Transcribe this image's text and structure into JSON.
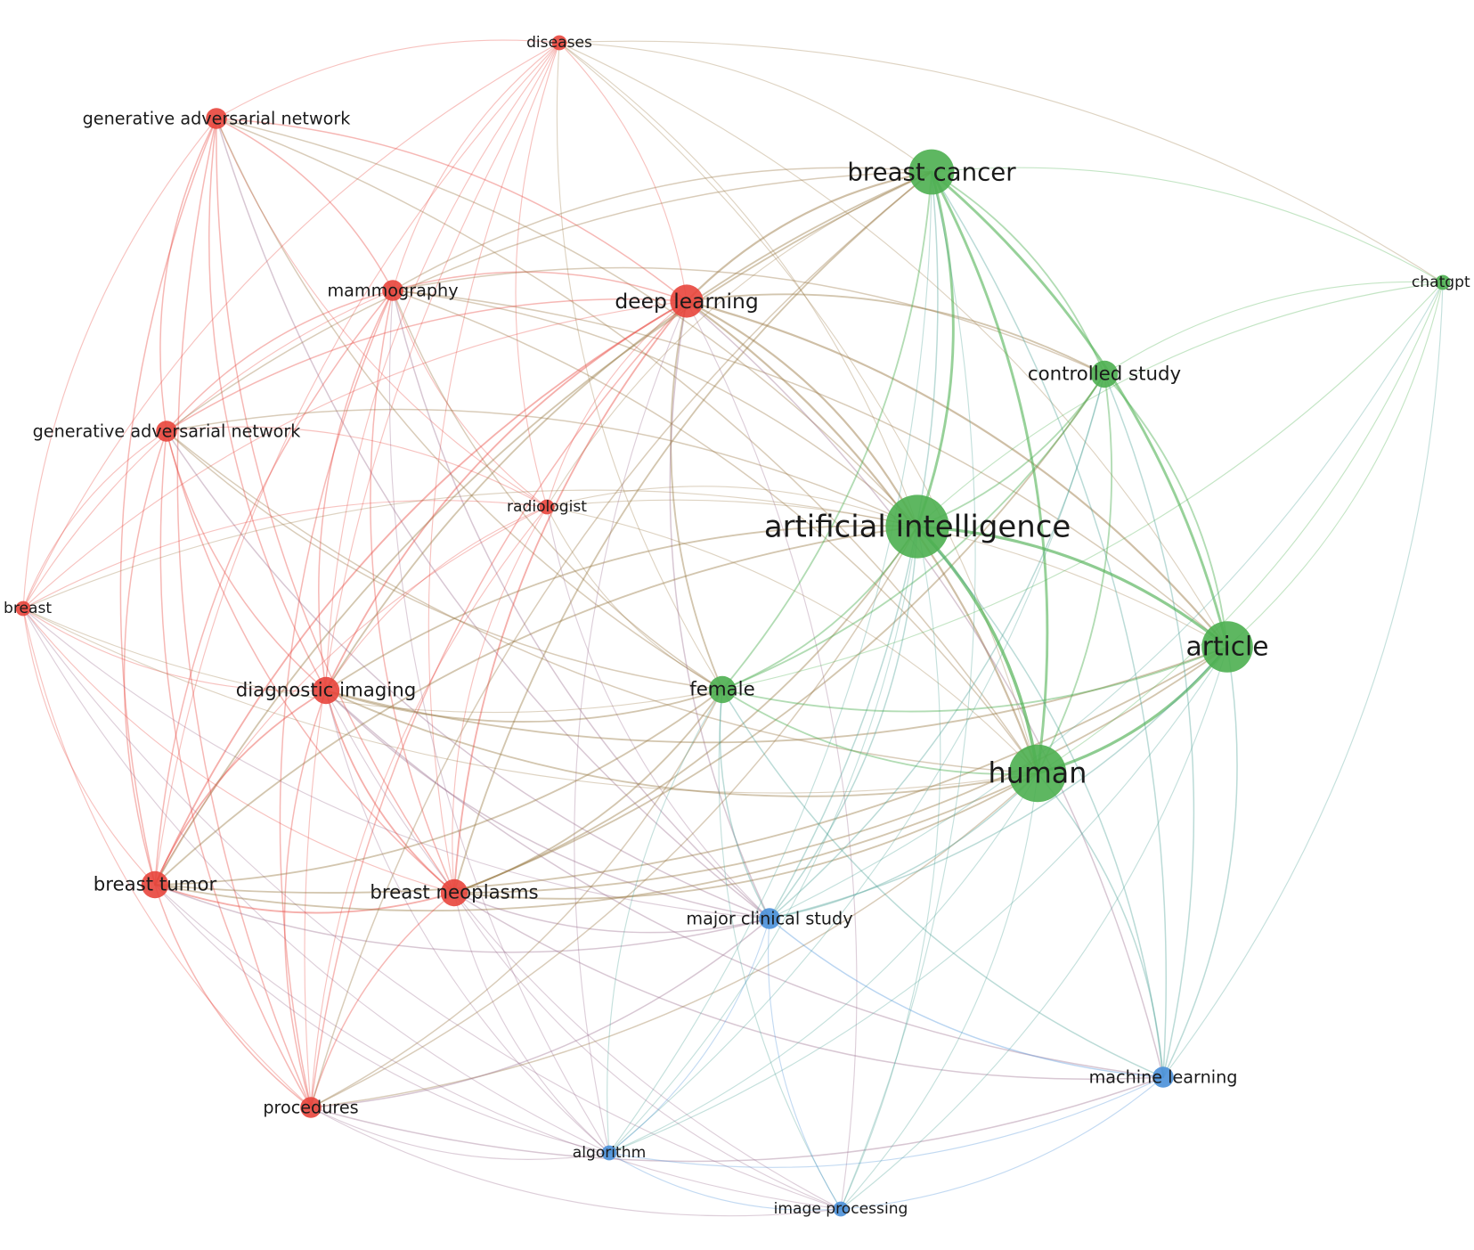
{
  "network": {
    "clusters": [
      {
        "id": "red",
        "color": "#e8453c"
      },
      {
        "id": "green",
        "color": "#4caf50"
      },
      {
        "id": "blue",
        "color": "#4a90d9"
      }
    ],
    "nodes": [
      {
        "id": "diseases",
        "label": "diseases",
        "cluster": "red",
        "weight": 1
      },
      {
        "id": "gan1",
        "label": "generative adversarial network",
        "cluster": "red",
        "weight": 2
      },
      {
        "id": "mammography",
        "label": "mammography",
        "cluster": "red",
        "weight": 2
      },
      {
        "id": "deep_learning",
        "label": "deep learning",
        "cluster": "red",
        "weight": 4
      },
      {
        "id": "gan2",
        "label": "generative adversarial network",
        "cluster": "red",
        "weight": 2
      },
      {
        "id": "radiologist",
        "label": "radiologist",
        "cluster": "red",
        "weight": 1
      },
      {
        "id": "breast",
        "label": "breast",
        "cluster": "red",
        "weight": 1
      },
      {
        "id": "diagnostic_imaging",
        "label": "diagnostic imaging",
        "cluster": "red",
        "weight": 3
      },
      {
        "id": "breast_tumor",
        "label": "breast tumor",
        "cluster": "red",
        "weight": 3
      },
      {
        "id": "breast_neoplasms",
        "label": "breast neoplasms",
        "cluster": "red",
        "weight": 3
      },
      {
        "id": "procedures",
        "label": "procedures",
        "cluster": "red",
        "weight": 2
      },
      {
        "id": "breast_cancer",
        "label": "breast cancer",
        "cluster": "green",
        "weight": 6
      },
      {
        "id": "chatgpt",
        "label": "chatgpt",
        "cluster": "green",
        "weight": 1
      },
      {
        "id": "controlled_study",
        "label": "controlled study",
        "cluster": "green",
        "weight": 3
      },
      {
        "id": "artificial_intelligence",
        "label": "artificial intelligence",
        "cluster": "green",
        "weight": 9
      },
      {
        "id": "article",
        "label": "article",
        "cluster": "green",
        "weight": 7
      },
      {
        "id": "female",
        "label": "female",
        "cluster": "green",
        "weight": 3
      },
      {
        "id": "human",
        "label": "human",
        "cluster": "green",
        "weight": 8
      },
      {
        "id": "major_clinical_study",
        "label": "major clinical study",
        "cluster": "blue",
        "weight": 2
      },
      {
        "id": "machine_learning",
        "label": "machine learning",
        "cluster": "blue",
        "weight": 2
      },
      {
        "id": "algorithm",
        "label": "algorithm",
        "cluster": "blue",
        "weight": 1
      },
      {
        "id": "image_processing",
        "label": "image processing",
        "cluster": "blue",
        "weight": 1
      }
    ],
    "edges": [
      [
        "diseases",
        "gan1"
      ],
      [
        "diseases",
        "mammography"
      ],
      [
        "diseases",
        "deep_learning"
      ],
      [
        "diseases",
        "radiologist"
      ],
      [
        "diseases",
        "breast"
      ],
      [
        "diseases",
        "diagnostic_imaging"
      ],
      [
        "diseases",
        "breast_neoplasms"
      ],
      [
        "diseases",
        "breast_tumor"
      ],
      [
        "diseases",
        "breast_cancer"
      ],
      [
        "diseases",
        "artificial_intelligence"
      ],
      [
        "diseases",
        "human"
      ],
      [
        "diseases",
        "article"
      ],
      [
        "diseases",
        "chatgpt"
      ],
      [
        "diseases",
        "female"
      ],
      [
        "diseases",
        "procedures"
      ],
      [
        "gan1",
        "mammography"
      ],
      [
        "gan1",
        "deep_learning"
      ],
      [
        "gan1",
        "gan2"
      ],
      [
        "gan1",
        "radiologist"
      ],
      [
        "gan1",
        "breast"
      ],
      [
        "gan1",
        "diagnostic_imaging"
      ],
      [
        "gan1",
        "breast_tumor"
      ],
      [
        "gan1",
        "breast_neoplasms"
      ],
      [
        "gan1",
        "artificial_intelligence"
      ],
      [
        "gan1",
        "human"
      ],
      [
        "gan1",
        "female"
      ],
      [
        "gan1",
        "procedures"
      ],
      [
        "gan1",
        "major_clinical_study"
      ],
      [
        "mammography",
        "deep_learning"
      ],
      [
        "mammography",
        "gan2"
      ],
      [
        "mammography",
        "radiologist"
      ],
      [
        "mammography",
        "breast"
      ],
      [
        "mammography",
        "diagnostic_imaging"
      ],
      [
        "mammography",
        "breast_tumor"
      ],
      [
        "mammography",
        "breast_neoplasms"
      ],
      [
        "mammography",
        "procedures"
      ],
      [
        "mammography",
        "breast_cancer"
      ],
      [
        "mammography",
        "artificial_intelligence"
      ],
      [
        "mammography",
        "human"
      ],
      [
        "mammography",
        "article"
      ],
      [
        "mammography",
        "female"
      ],
      [
        "mammography",
        "major_clinical_study"
      ],
      [
        "mammography",
        "algorithm"
      ],
      [
        "mammography",
        "controlled_study"
      ],
      [
        "deep_learning",
        "gan2"
      ],
      [
        "deep_learning",
        "radiologist"
      ],
      [
        "deep_learning",
        "breast"
      ],
      [
        "deep_learning",
        "diagnostic_imaging"
      ],
      [
        "deep_learning",
        "breast_tumor"
      ],
      [
        "deep_learning",
        "breast_neoplasms"
      ],
      [
        "deep_learning",
        "procedures"
      ],
      [
        "deep_learning",
        "breast_cancer"
      ],
      [
        "deep_learning",
        "artificial_intelligence"
      ],
      [
        "deep_learning",
        "human"
      ],
      [
        "deep_learning",
        "article"
      ],
      [
        "deep_learning",
        "female"
      ],
      [
        "deep_learning",
        "major_clinical_study"
      ],
      [
        "deep_learning",
        "machine_learning"
      ],
      [
        "deep_learning",
        "algorithm"
      ],
      [
        "deep_learning",
        "controlled_study"
      ],
      [
        "deep_learning",
        "image_processing"
      ],
      [
        "gan2",
        "radiologist"
      ],
      [
        "gan2",
        "breast"
      ],
      [
        "gan2",
        "diagnostic_imaging"
      ],
      [
        "gan2",
        "breast_tumor"
      ],
      [
        "gan2",
        "breast_neoplasms"
      ],
      [
        "gan2",
        "procedures"
      ],
      [
        "gan2",
        "artificial_intelligence"
      ],
      [
        "gan2",
        "human"
      ],
      [
        "gan2",
        "breast_cancer"
      ],
      [
        "gan2",
        "female"
      ],
      [
        "gan2",
        "major_clinical_study"
      ],
      [
        "radiologist",
        "breast"
      ],
      [
        "radiologist",
        "diagnostic_imaging"
      ],
      [
        "radiologist",
        "breast_tumor"
      ],
      [
        "radiologist",
        "breast_neoplasms"
      ],
      [
        "radiologist",
        "procedures"
      ],
      [
        "radiologist",
        "artificial_intelligence"
      ],
      [
        "radiologist",
        "human"
      ],
      [
        "radiologist",
        "female"
      ],
      [
        "radiologist",
        "article"
      ],
      [
        "radiologist",
        "major_clinical_study"
      ],
      [
        "radiologist",
        "breast_cancer"
      ],
      [
        "breast",
        "diagnostic_imaging"
      ],
      [
        "breast",
        "breast_tumor"
      ],
      [
        "breast",
        "breast_neoplasms"
      ],
      [
        "breast",
        "procedures"
      ],
      [
        "breast",
        "artificial_intelligence"
      ],
      [
        "breast",
        "human"
      ],
      [
        "breast",
        "female"
      ],
      [
        "breast",
        "image_processing"
      ],
      [
        "breast",
        "algorithm"
      ],
      [
        "breast",
        "major_clinical_study"
      ],
      [
        "diagnostic_imaging",
        "breast_tumor"
      ],
      [
        "diagnostic_imaging",
        "breast_neoplasms"
      ],
      [
        "diagnostic_imaging",
        "procedures"
      ],
      [
        "diagnostic_imaging",
        "artificial_intelligence"
      ],
      [
        "diagnostic_imaging",
        "human"
      ],
      [
        "diagnostic_imaging",
        "female"
      ],
      [
        "diagnostic_imaging",
        "major_clinical_study"
      ],
      [
        "diagnostic_imaging",
        "breast_cancer"
      ],
      [
        "diagnostic_imaging",
        "article"
      ],
      [
        "diagnostic_imaging",
        "image_processing"
      ],
      [
        "diagnostic_imaging",
        "algorithm"
      ],
      [
        "diagnostic_imaging",
        "machine_learning"
      ],
      [
        "breast_tumor",
        "breast_neoplasms"
      ],
      [
        "breast_tumor",
        "procedures"
      ],
      [
        "breast_tumor",
        "artificial_intelligence"
      ],
      [
        "breast_tumor",
        "human"
      ],
      [
        "breast_tumor",
        "female"
      ],
      [
        "breast_tumor",
        "major_clinical_study"
      ],
      [
        "breast_tumor",
        "algorithm"
      ],
      [
        "breast_tumor",
        "image_processing"
      ],
      [
        "breast_tumor",
        "breast_cancer"
      ],
      [
        "breast_tumor",
        "article"
      ],
      [
        "breast_neoplasms",
        "procedures"
      ],
      [
        "breast_neoplasms",
        "artificial_intelligence"
      ],
      [
        "breast_neoplasms",
        "human"
      ],
      [
        "breast_neoplasms",
        "female"
      ],
      [
        "breast_neoplasms",
        "major_clinical_study"
      ],
      [
        "breast_neoplasms",
        "algorithm"
      ],
      [
        "breast_neoplasms",
        "image_processing"
      ],
      [
        "breast_neoplasms",
        "machine_learning"
      ],
      [
        "breast_neoplasms",
        "article"
      ],
      [
        "breast_neoplasms",
        "breast_cancer"
      ],
      [
        "breast_neoplasms",
        "controlled_study"
      ],
      [
        "procedures",
        "artificial_intelligence"
      ],
      [
        "procedures",
        "human"
      ],
      [
        "procedures",
        "female"
      ],
      [
        "procedures",
        "algorithm"
      ],
      [
        "procedures",
        "image_processing"
      ],
      [
        "procedures",
        "machine_learning"
      ],
      [
        "procedures",
        "major_clinical_study"
      ],
      [
        "procedures",
        "breast_cancer"
      ],
      [
        "breast_cancer",
        "artificial_intelligence"
      ],
      [
        "breast_cancer",
        "article"
      ],
      [
        "breast_cancer",
        "human"
      ],
      [
        "breast_cancer",
        "female"
      ],
      [
        "breast_cancer",
        "controlled_study"
      ],
      [
        "breast_cancer",
        "chatgpt"
      ],
      [
        "breast_cancer",
        "major_clinical_study"
      ],
      [
        "breast_cancer",
        "machine_learning"
      ],
      [
        "breast_cancer",
        "algorithm"
      ],
      [
        "breast_cancer",
        "image_processing"
      ],
      [
        "chatgpt",
        "artificial_intelligence"
      ],
      [
        "chatgpt",
        "article"
      ],
      [
        "chatgpt",
        "human"
      ],
      [
        "chatgpt",
        "controlled_study"
      ],
      [
        "chatgpt",
        "female"
      ],
      [
        "chatgpt",
        "machine_learning"
      ],
      [
        "chatgpt",
        "major_clinical_study"
      ],
      [
        "controlled_study",
        "artificial_intelligence"
      ],
      [
        "controlled_study",
        "article"
      ],
      [
        "controlled_study",
        "human"
      ],
      [
        "controlled_study",
        "female"
      ],
      [
        "controlled_study",
        "major_clinical_study"
      ],
      [
        "controlled_study",
        "machine_learning"
      ],
      [
        "controlled_study",
        "algorithm"
      ],
      [
        "artificial_intelligence",
        "article"
      ],
      [
        "artificial_intelligence",
        "human"
      ],
      [
        "artificial_intelligence",
        "female"
      ],
      [
        "artificial_intelligence",
        "major_clinical_study"
      ],
      [
        "artificial_intelligence",
        "machine_learning"
      ],
      [
        "artificial_intelligence",
        "algorithm"
      ],
      [
        "artificial_intelligence",
        "image_processing"
      ],
      [
        "article",
        "human"
      ],
      [
        "article",
        "female"
      ],
      [
        "article",
        "major_clinical_study"
      ],
      [
        "article",
        "machine_learning"
      ],
      [
        "article",
        "algorithm"
      ],
      [
        "article",
        "image_processing"
      ],
      [
        "female",
        "human"
      ],
      [
        "female",
        "major_clinical_study"
      ],
      [
        "female",
        "machine_learning"
      ],
      [
        "female",
        "algorithm"
      ],
      [
        "female",
        "image_processing"
      ],
      [
        "human",
        "major_clinical_study"
      ],
      [
        "human",
        "machine_learning"
      ],
      [
        "human",
        "algorithm"
      ],
      [
        "human",
        "image_processing"
      ],
      [
        "major_clinical_study",
        "machine_learning"
      ],
      [
        "major_clinical_study",
        "algorithm"
      ],
      [
        "major_clinical_study",
        "image_processing"
      ],
      [
        "machine_learning",
        "algorithm"
      ],
      [
        "machine_learning",
        "image_processing"
      ],
      [
        "algorithm",
        "image_processing"
      ]
    ]
  }
}
